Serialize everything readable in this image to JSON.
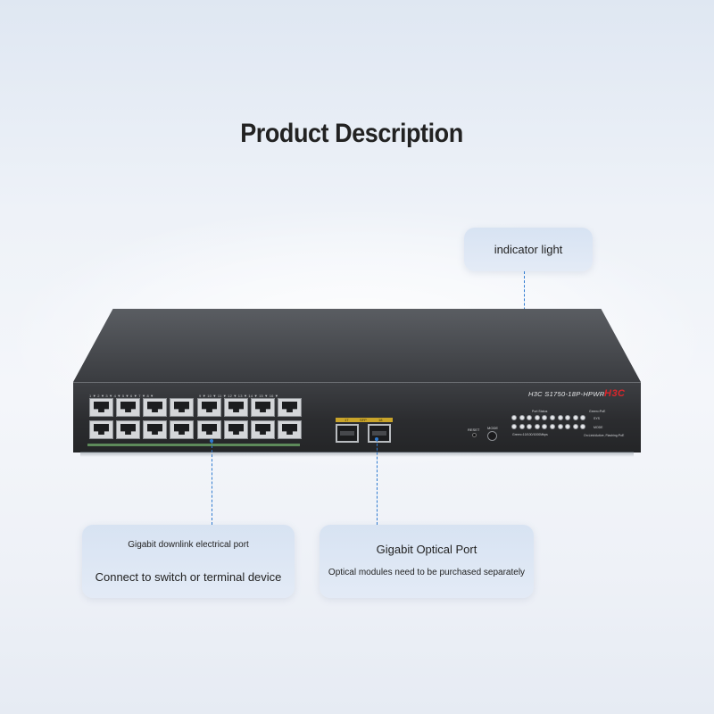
{
  "page": {
    "title": "Product Description"
  },
  "callouts": {
    "indicator": {
      "label": "indicator light"
    },
    "electrical": {
      "title": "Gigabit downlink electrical port",
      "subtitle": "Connect to switch or terminal device"
    },
    "optical": {
      "title": "Gigabit Optical Port",
      "subtitle": "Optical modules need to be purchased separately"
    }
  },
  "device": {
    "model": "H3C  S1750-18P-HPWR",
    "brand_logo": "H3C",
    "reset_label": "RESET",
    "mode_label": "MODE",
    "port_numbers_left": "1 ▼  2 ▼  3 ▼  4 ▼  5 ▼  6 ▼  7 ▼  8 ▼",
    "port_numbers_right": "9 ▼ 10 ▼ 11 ▼ 12 ▼ 13 ▼ 14 ▼ 15 ▼ 16 ▼",
    "sfp_labels": [
      "17",
      "SFP",
      "18"
    ],
    "led_labels": {
      "port_status": "Port Status",
      "green_poe": "Green=PoE",
      "sys": "SYS",
      "mode": "MODE",
      "speed": "Green=10/100/1000Mbps",
      "poe_state": "On:Link/Active, Flashing:PoE"
    },
    "colors": {
      "brand_red": "#d9262b",
      "chassis": "#2b2c2f",
      "callout_line": "#2f7bd1",
      "poe_strip": "#5d8a5a"
    }
  }
}
